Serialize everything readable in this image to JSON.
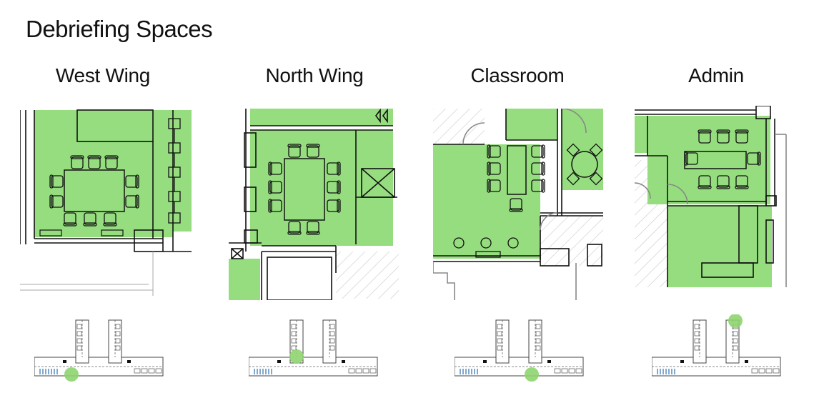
{
  "title": "Debriefing Spaces",
  "spaces": [
    {
      "name": "West Wing"
    },
    {
      "name": "North Wing"
    },
    {
      "name": "Classroom"
    },
    {
      "name": "Admin"
    }
  ],
  "colors": {
    "room_fill": "#95dd7e",
    "highlight_marker": "#8fd46f",
    "line": "#111111",
    "hatch": "#c8c8c8"
  }
}
